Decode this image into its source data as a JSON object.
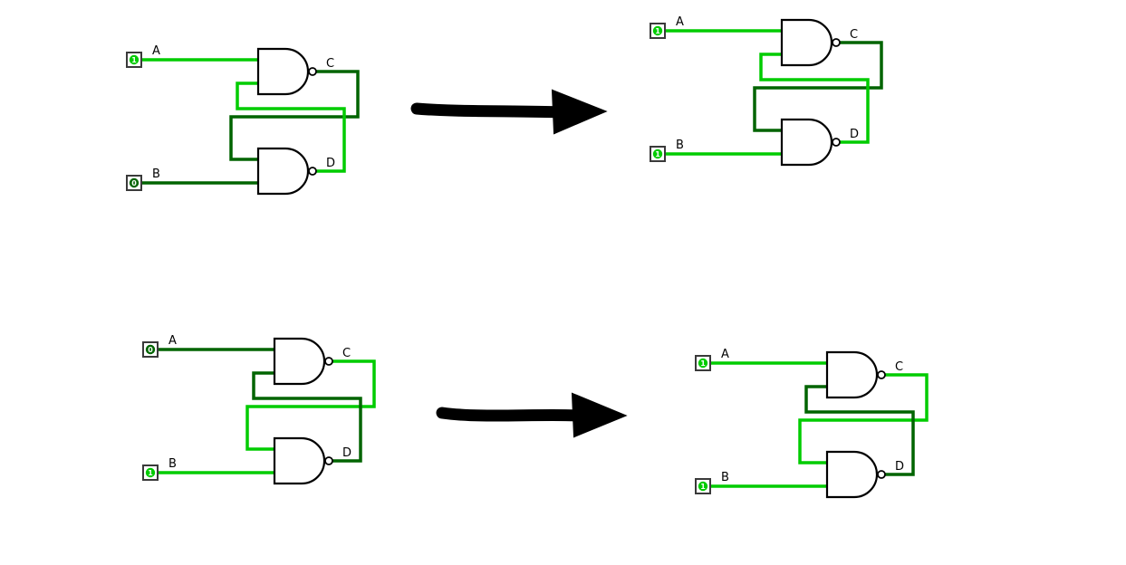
{
  "colors": {
    "on": "#00cc00",
    "off": "#006400",
    "arrow": "#000000"
  },
  "circuits": [
    {
      "position": "top-left",
      "input_a": {
        "label": "A",
        "value": "1"
      },
      "input_b": {
        "label": "B",
        "value": "0"
      },
      "output_c": {
        "label": "C"
      },
      "output_d": {
        "label": "D"
      },
      "wire_colors": {
        "a": "#00cc00",
        "b": "#006400",
        "c": "#006400",
        "d": "#00cc00"
      }
    },
    {
      "position": "top-right",
      "input_a": {
        "label": "A",
        "value": "1"
      },
      "input_b": {
        "label": "B",
        "value": "1"
      },
      "output_c": {
        "label": "C"
      },
      "output_d": {
        "label": "D"
      },
      "wire_colors": {
        "a": "#00cc00",
        "b": "#00cc00",
        "c": "#006400",
        "d": "#00cc00"
      }
    },
    {
      "position": "bottom-left",
      "input_a": {
        "label": "A",
        "value": "0"
      },
      "input_b": {
        "label": "B",
        "value": "1"
      },
      "output_c": {
        "label": "C"
      },
      "output_d": {
        "label": "D"
      },
      "wire_colors": {
        "a": "#006400",
        "b": "#00cc00",
        "c": "#00cc00",
        "d": "#006400"
      }
    },
    {
      "position": "bottom-right",
      "input_a": {
        "label": "A",
        "value": "1"
      },
      "input_b": {
        "label": "B",
        "value": "1"
      },
      "output_c": {
        "label": "C"
      },
      "output_d": {
        "label": "D"
      },
      "wire_colors": {
        "a": "#00cc00",
        "b": "#00cc00",
        "c": "#00cc00",
        "d": "#006400"
      }
    }
  ]
}
